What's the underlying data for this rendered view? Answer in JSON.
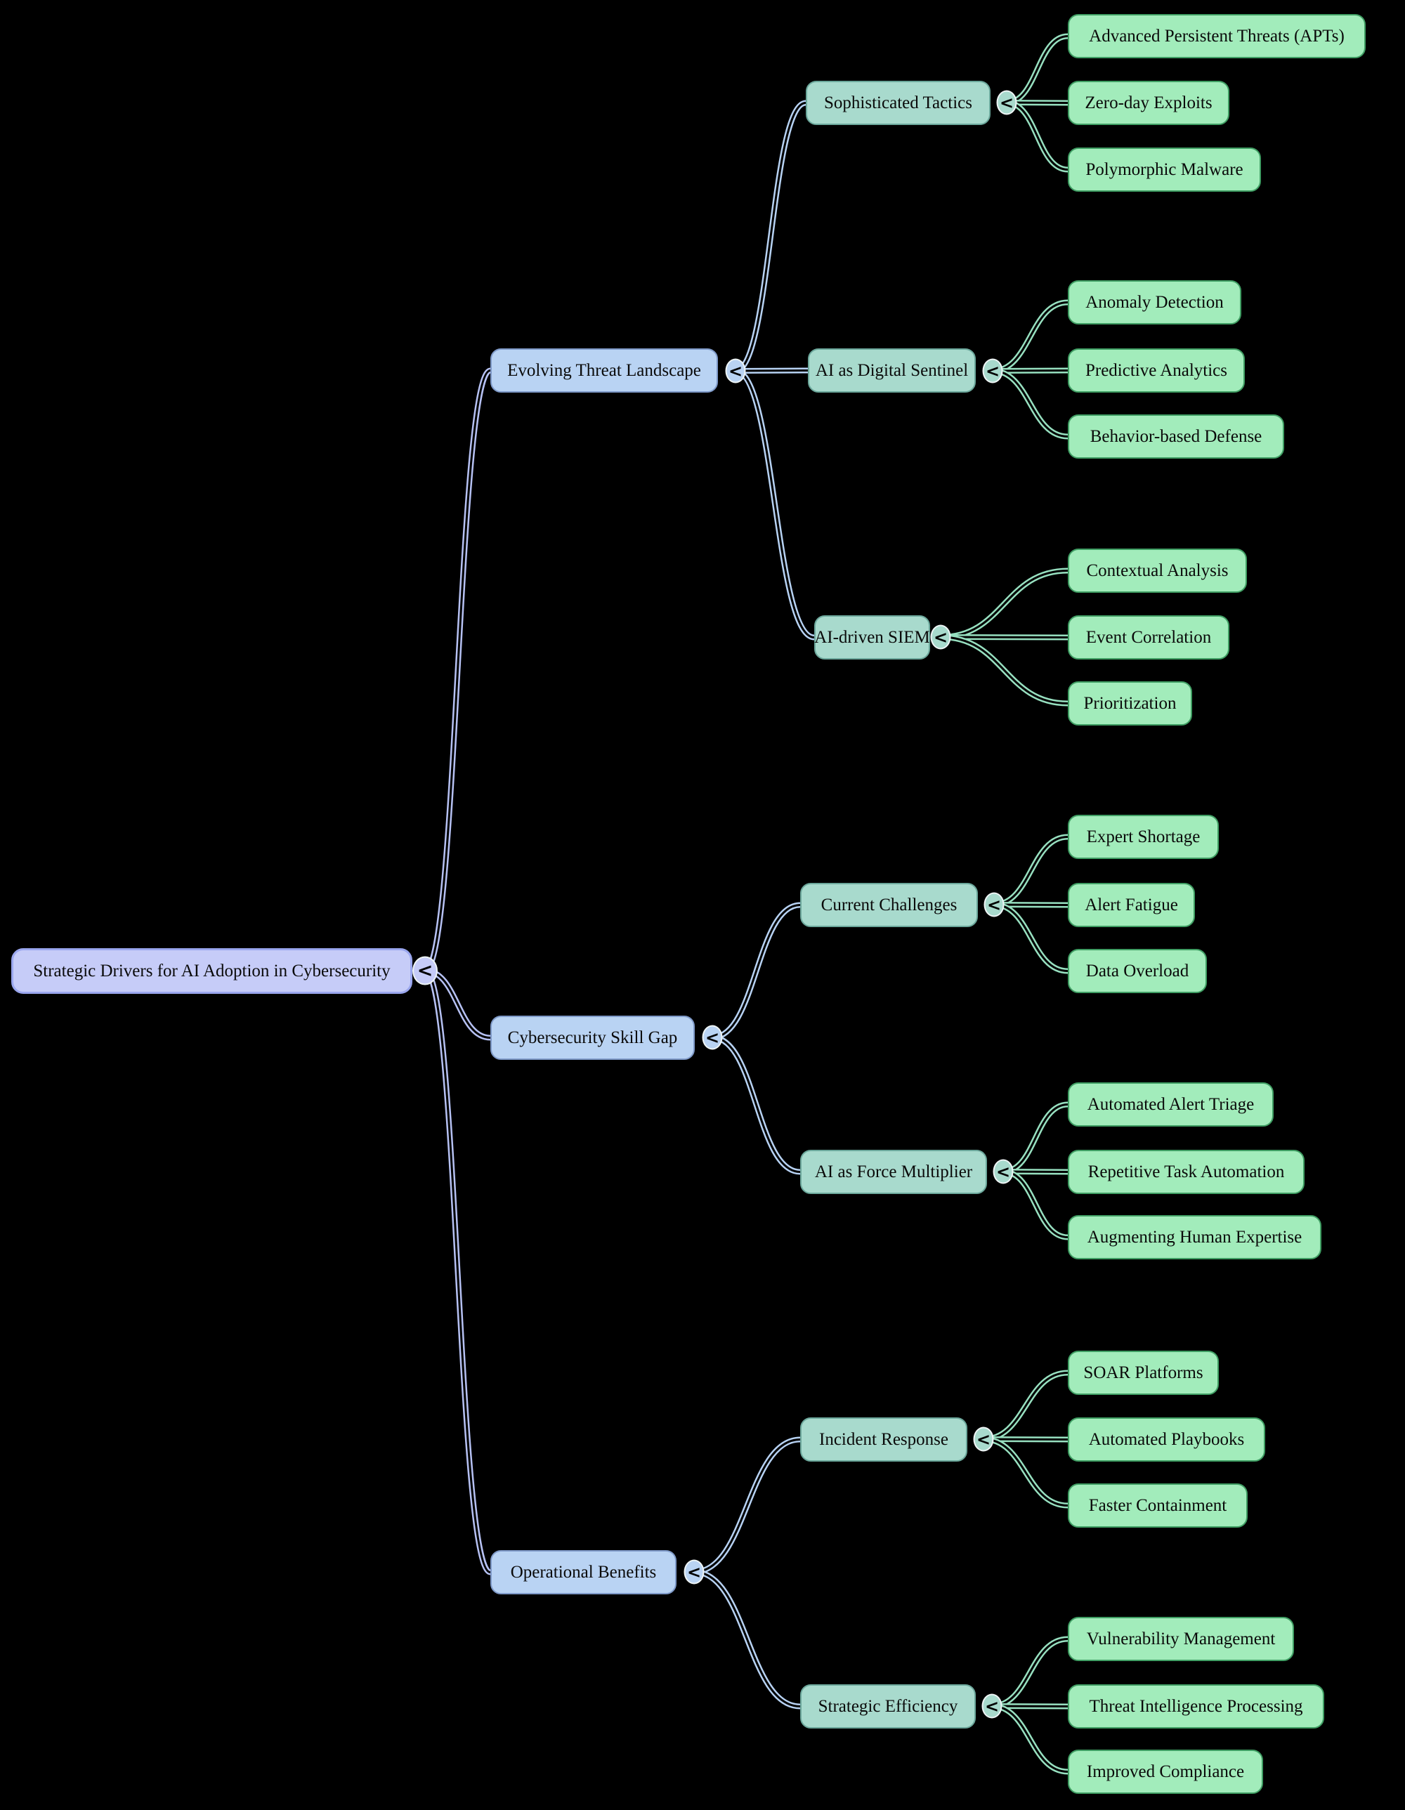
{
  "mindmap": {
    "toggle_glyph": "<",
    "colors": {
      "background": "#000000",
      "text": "#0a0a0a",
      "root_fill": "#c6ccf8",
      "root_border": "#9aa6ee",
      "level2_fill": "#b9d3f3",
      "level2_border": "#7e99c8",
      "level3_fill": "#a8dacd",
      "level3_border": "#6ba79b",
      "leaf_fill": "#a2ecbb",
      "leaf_border": "#3f9e63",
      "link1": "#b6c1f3",
      "link2": "#b7d2f3",
      "link3": "#97e0c0",
      "link_core": "#000000",
      "toggle_ring": "#eff5f6"
    },
    "root": {
      "label": "Strategic Drivers for AI Adoption in Cybersecurity"
    },
    "branches": [
      {
        "label": "Evolving Threat Landscape",
        "children": [
          {
            "label": "Sophisticated Tactics",
            "leaves": [
              {
                "label": "Advanced Persistent Threats (APTs)"
              },
              {
                "label": "Zero-day Exploits"
              },
              {
                "label": "Polymorphic Malware"
              }
            ]
          },
          {
            "label": "AI as Digital Sentinel",
            "leaves": [
              {
                "label": "Anomaly Detection"
              },
              {
                "label": "Predictive Analytics"
              },
              {
                "label": "Behavior-based Defense"
              }
            ]
          },
          {
            "label": "AI-driven SIEM",
            "leaves": [
              {
                "label": "Contextual Analysis"
              },
              {
                "label": "Event Correlation"
              },
              {
                "label": "Prioritization"
              }
            ]
          }
        ]
      },
      {
        "label": "Cybersecurity Skill Gap",
        "children": [
          {
            "label": "Current Challenges",
            "leaves": [
              {
                "label": "Expert Shortage"
              },
              {
                "label": "Alert Fatigue"
              },
              {
                "label": "Data Overload"
              }
            ]
          },
          {
            "label": "AI as Force Multiplier",
            "leaves": [
              {
                "label": "Automated Alert Triage"
              },
              {
                "label": "Repetitive Task Automation"
              },
              {
                "label": "Augmenting Human Expertise"
              }
            ]
          }
        ]
      },
      {
        "label": "Operational Benefits",
        "children": [
          {
            "label": "Incident Response",
            "leaves": [
              {
                "label": "SOAR Platforms"
              },
              {
                "label": "Automated Playbooks"
              },
              {
                "label": "Faster Containment"
              }
            ]
          },
          {
            "label": "Strategic Efficiency",
            "leaves": [
              {
                "label": "Vulnerability Management"
              },
              {
                "label": "Threat Intelligence Processing"
              },
              {
                "label": "Improved Compliance"
              }
            ]
          }
        ]
      }
    ]
  }
}
